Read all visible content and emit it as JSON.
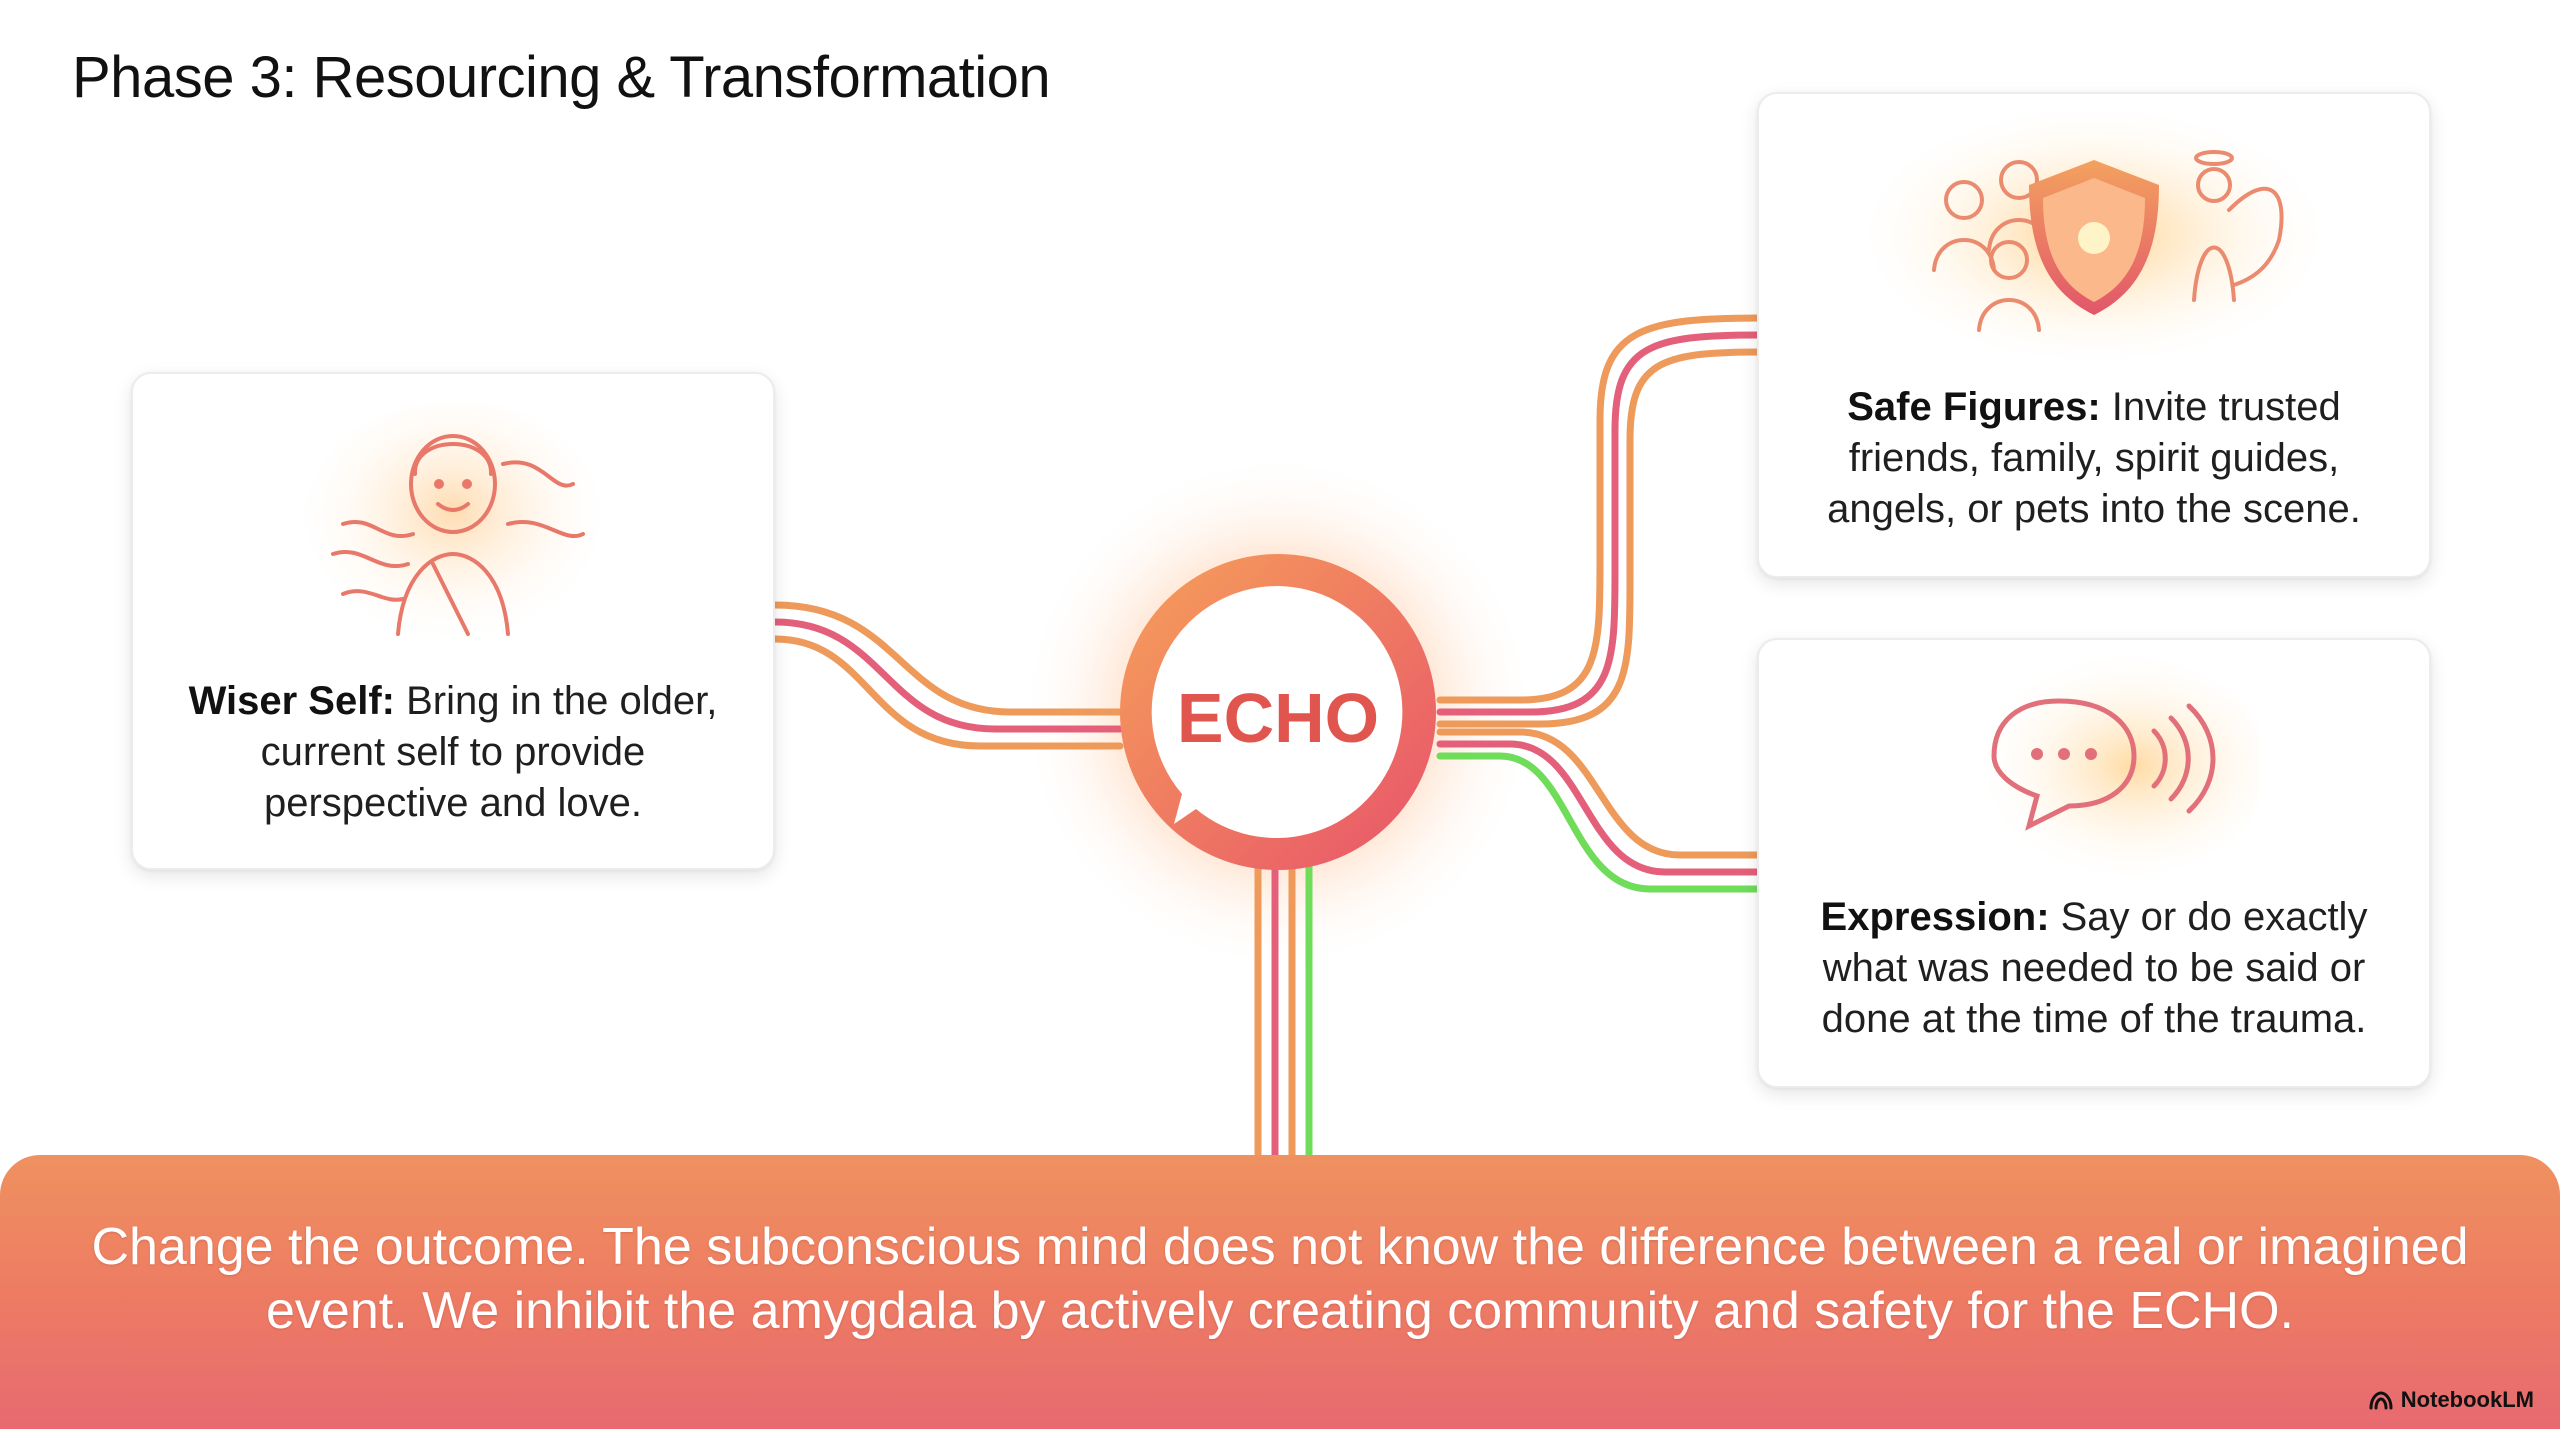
{
  "slide": {
    "title": "Phase 3: Resourcing & Transformation"
  },
  "hub": {
    "label": "ECHO"
  },
  "cards": {
    "wiser_self": {
      "heading": "Wiser Self:",
      "body": " Bring in the older, current self to provide perspective and love.",
      "icon": "wise-woman-icon"
    },
    "safe_figures": {
      "heading": "Safe Figures:",
      "body": " Invite trusted friends, family, spirit guides, angels, or pets into the scene.",
      "icon": "people-shield-angel-icon"
    },
    "expression": {
      "heading": "Expression:",
      "body": " Say or do exactly what was needed to be said or done at the time of the trauma.",
      "icon": "speech-bubble-sound-icon"
    }
  },
  "banner": {
    "text": "Change the outcome. The subconscious mind does not know the difference between a real or imagined event. We inhibit the amygdala by actively creating community and safety for the ECHO."
  },
  "branding": {
    "label": "NotebookLM",
    "icon": "notebooklm-logo-icon"
  },
  "colors": {
    "orange": "#ee9a5a",
    "pink": "#e4607a",
    "green": "#6fdc5a",
    "banner_top": "#ef9160",
    "banner_bottom": "#e76a71",
    "hub_ring": "#ec6a4e"
  }
}
